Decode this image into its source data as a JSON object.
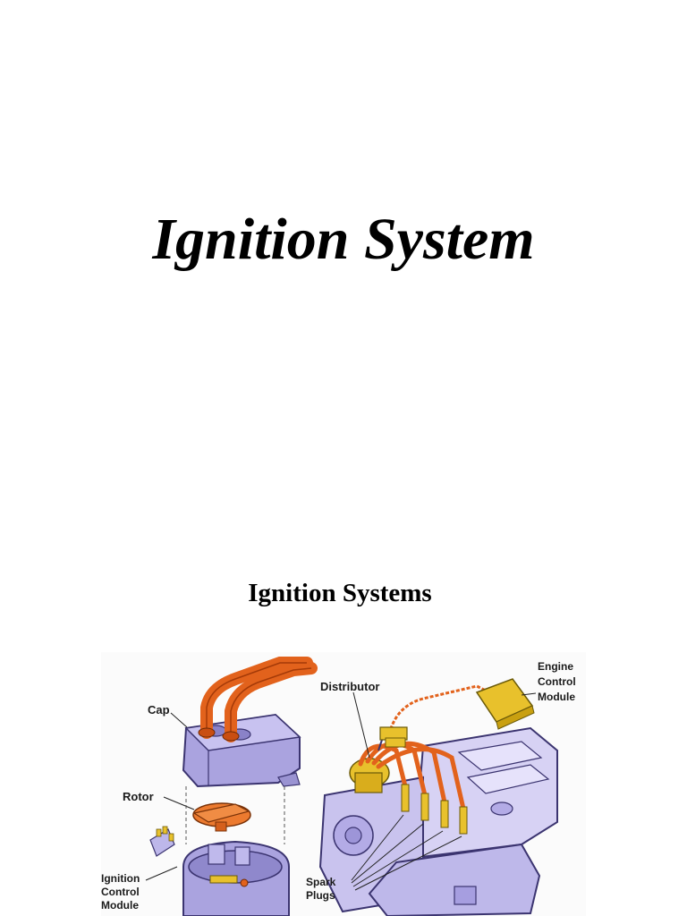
{
  "page": {
    "title": "Ignition System",
    "section_title": "Ignition Systems"
  },
  "figure": {
    "labels": {
      "cap": "Cap",
      "rotor": "Rotor",
      "ignition_control_module": "Ignition\nControl\nModule",
      "distributor": "Distributor",
      "engine_control_module": "Engine\nControl\nModule",
      "spark_plugs": "Spark\nPlugs"
    },
    "colors": {
      "cap_body": "#aaa3df",
      "wires": "#e2621c",
      "engine_block": "#c9c3ee",
      "module": "#e8c12c"
    },
    "icons": [
      "distributor-cap-icon",
      "rotor-icon",
      "ignition-module-icon",
      "engine-block-icon",
      "spark-plug-icon",
      "ecm-icon"
    ]
  }
}
